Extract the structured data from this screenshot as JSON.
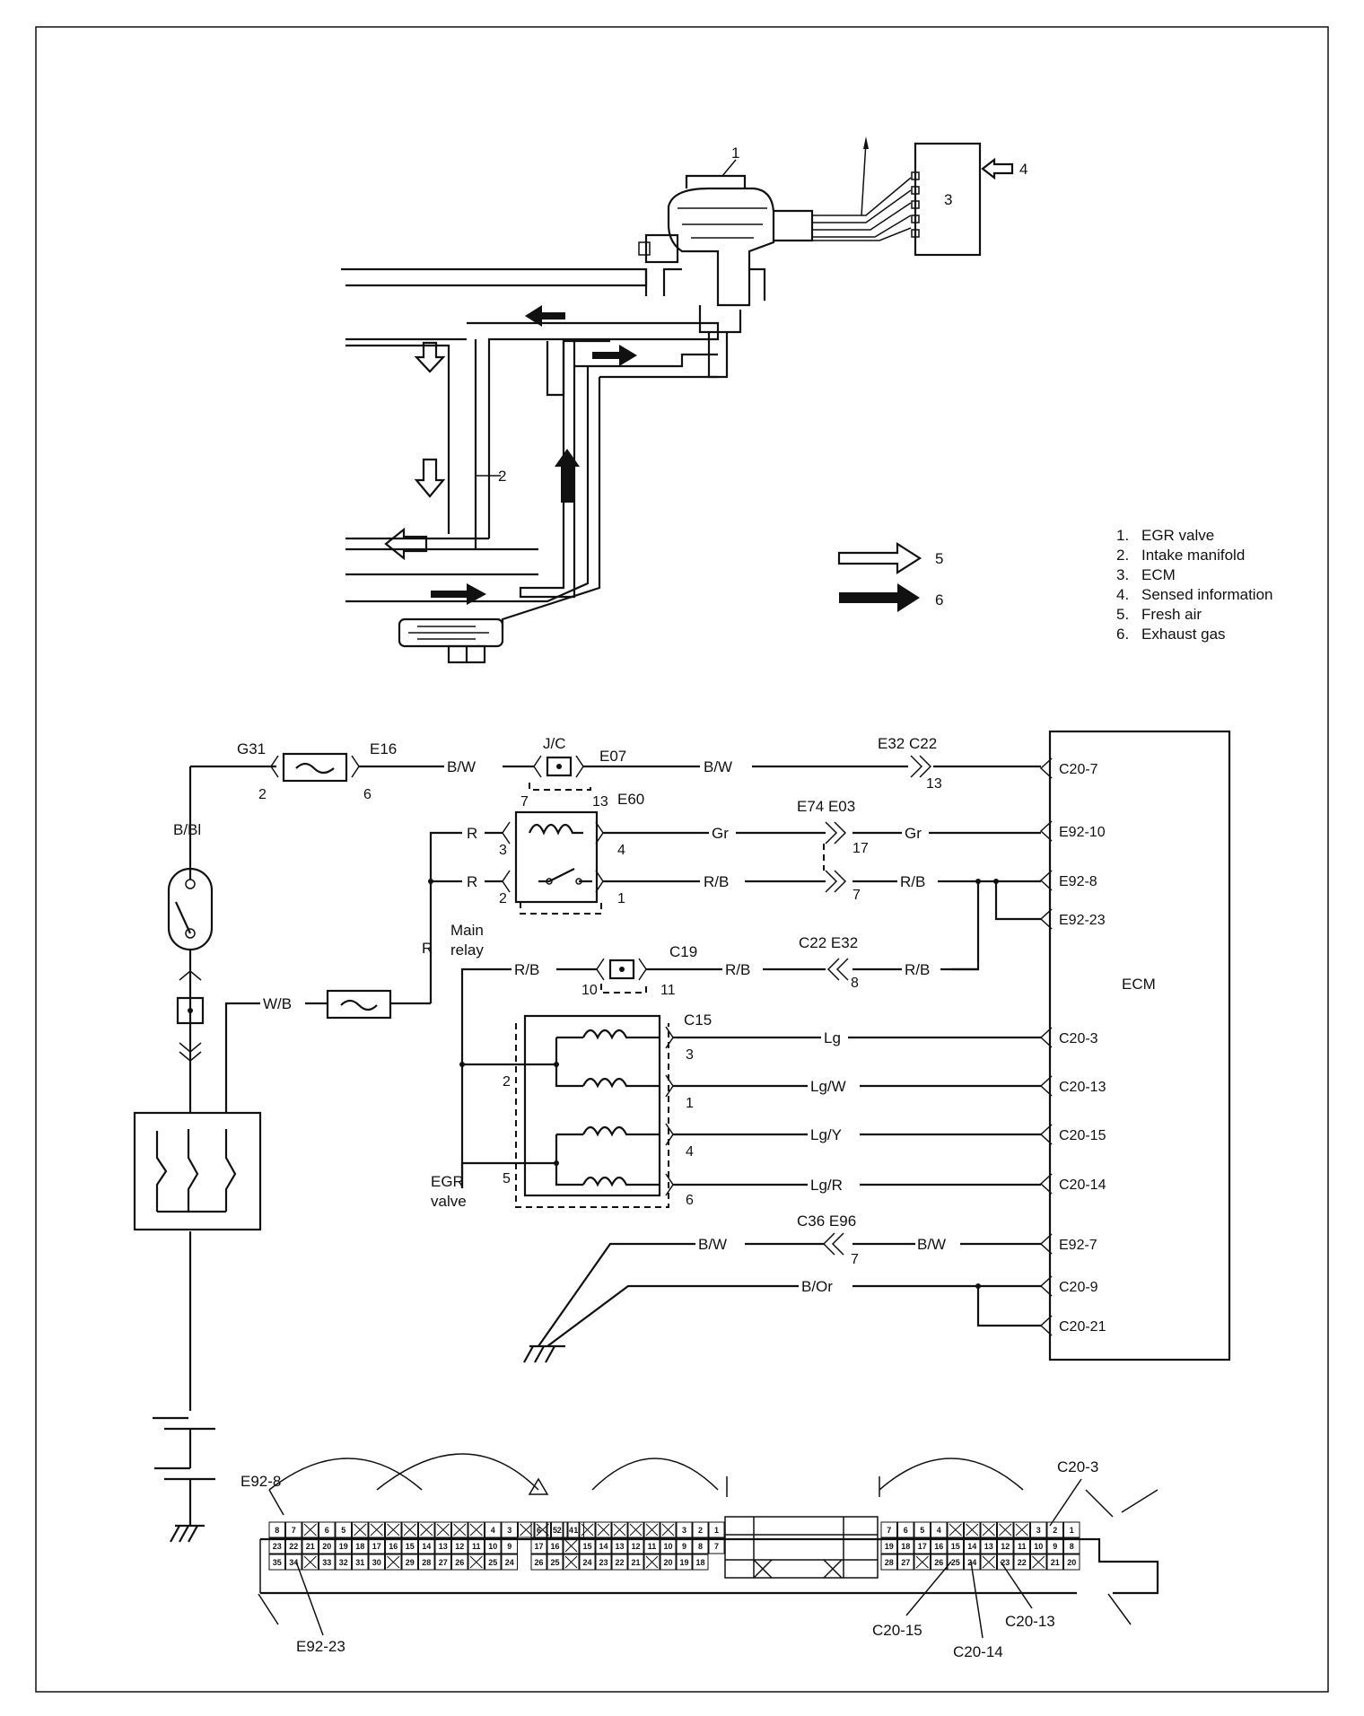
{
  "legend": [
    {
      "num": "1.",
      "text": "EGR valve"
    },
    {
      "num": "2.",
      "text": "Intake manifold"
    },
    {
      "num": "3.",
      "text": "ECM"
    },
    {
      "num": "4.",
      "text": "Sensed information"
    },
    {
      "num": "5.",
      "text": "Fresh air"
    },
    {
      "num": "6.",
      "text": "Exhaust gas"
    }
  ],
  "system_callouts": {
    "c1": "1",
    "c2": "2",
    "c3": "3",
    "c4": "4",
    "c5": "5",
    "c6": "6"
  },
  "circuit": {
    "g31": "G31",
    "e16": "E16",
    "g31_pin": "2",
    "e16_pin": "6",
    "bbl": "B/Bl",
    "bw": "B/W",
    "bw2": "B/W",
    "jc": "J/C",
    "e07": "E07",
    "jc_pin_l": "7",
    "jc_pin_r": "13",
    "e32c22": "E32 C22",
    "c22_pin": "13",
    "r1": "R",
    "r2": "R",
    "r3": "R",
    "e60": "E60",
    "relay_pin3": "3",
    "relay_pin4": "4",
    "relay_pin2": "2",
    "relay_pin1": "1",
    "main_relay_1": "Main",
    "main_relay_2": "relay",
    "gr1": "Gr",
    "gr2": "Gr",
    "e74e03": "E74  E03",
    "e03_pin": "17",
    "rb1": "R/B",
    "rb2": "R/B",
    "e03_pin2": "7",
    "rb3": "R/B",
    "c19": "C19",
    "c19_pin_l": "10",
    "c19_pin_r": "11",
    "rb4": "R/B",
    "c22e32": "C22 E32",
    "e32_pin": "8",
    "rb5": "R/B",
    "wb": "W/B",
    "c15": "C15",
    "egr_pin2": "2",
    "egr_pin5": "5",
    "egr_pin3": "3",
    "egr_pin1": "1",
    "egr_pin4": "4",
    "egr_pin6": "6",
    "egr_valve_1": "EGR",
    "egr_valve_2": "valve",
    "lg": "Lg",
    "lgw": "Lg/W",
    "lgy": "Lg/Y",
    "lgr": "Lg/R",
    "bw3": "B/W",
    "c36e96": "C36  E96",
    "e96_pin": "7",
    "bw4": "B/W",
    "bor": "B/Or",
    "ecm": "ECM"
  },
  "ecm_pins": [
    "C20-7",
    "E92-10",
    "E92-8",
    "E92-23",
    "C20-3",
    "C20-13",
    "C20-15",
    "C20-14",
    "E92-7",
    "C20-9",
    "C20-21"
  ],
  "connector_view": {
    "e92_8": "E92-8",
    "e92_23": "E92-23",
    "c20_3": "C20-3",
    "c20_15": "C20-15",
    "c20_14": "C20-14",
    "c20_13": "C20-13",
    "e92_top": [
      "8",
      "7",
      "",
      "6",
      "5",
      "",
      "",
      "",
      "",
      "",
      "",
      "",
      "",
      "4",
      "3",
      "",
      "",
      "2",
      "1"
    ],
    "e92_mid": [
      "23",
      "22",
      "21",
      "20",
      "19",
      "18",
      "17",
      "16",
      "15",
      "14",
      "13",
      "12",
      "11",
      "10",
      "9"
    ],
    "e92_bot": [
      "35",
      "34",
      "",
      "33",
      "32",
      "31",
      "30",
      "",
      "29",
      "28",
      "27",
      "26",
      "",
      "25",
      "24"
    ],
    "e_mid_top": [
      "6",
      "5",
      "4",
      "",
      "",
      "",
      "",
      "",
      "",
      "3",
      "2",
      "1"
    ],
    "e_mid_mid": [
      "17",
      "16",
      "",
      "15",
      "14",
      "13",
      "12",
      "11",
      "10",
      "9",
      "8",
      "7"
    ],
    "e_mid_bot": [
      "26",
      "25",
      "",
      "24",
      "23",
      "22",
      "21",
      "",
      "20",
      "19",
      "18"
    ],
    "c20_top": [
      "7",
      "6",
      "5",
      "4",
      "",
      "",
      "",
      "",
      "",
      "3",
      "2",
      "1"
    ],
    "c20_mid": [
      "19",
      "18",
      "17",
      "16",
      "15",
      "14",
      "13",
      "12",
      "11",
      "10",
      "9",
      "8"
    ],
    "c20_bot": [
      "28",
      "27",
      "",
      "26",
      "25",
      "24",
      "",
      "23",
      "22",
      "",
      "21",
      "20"
    ]
  }
}
